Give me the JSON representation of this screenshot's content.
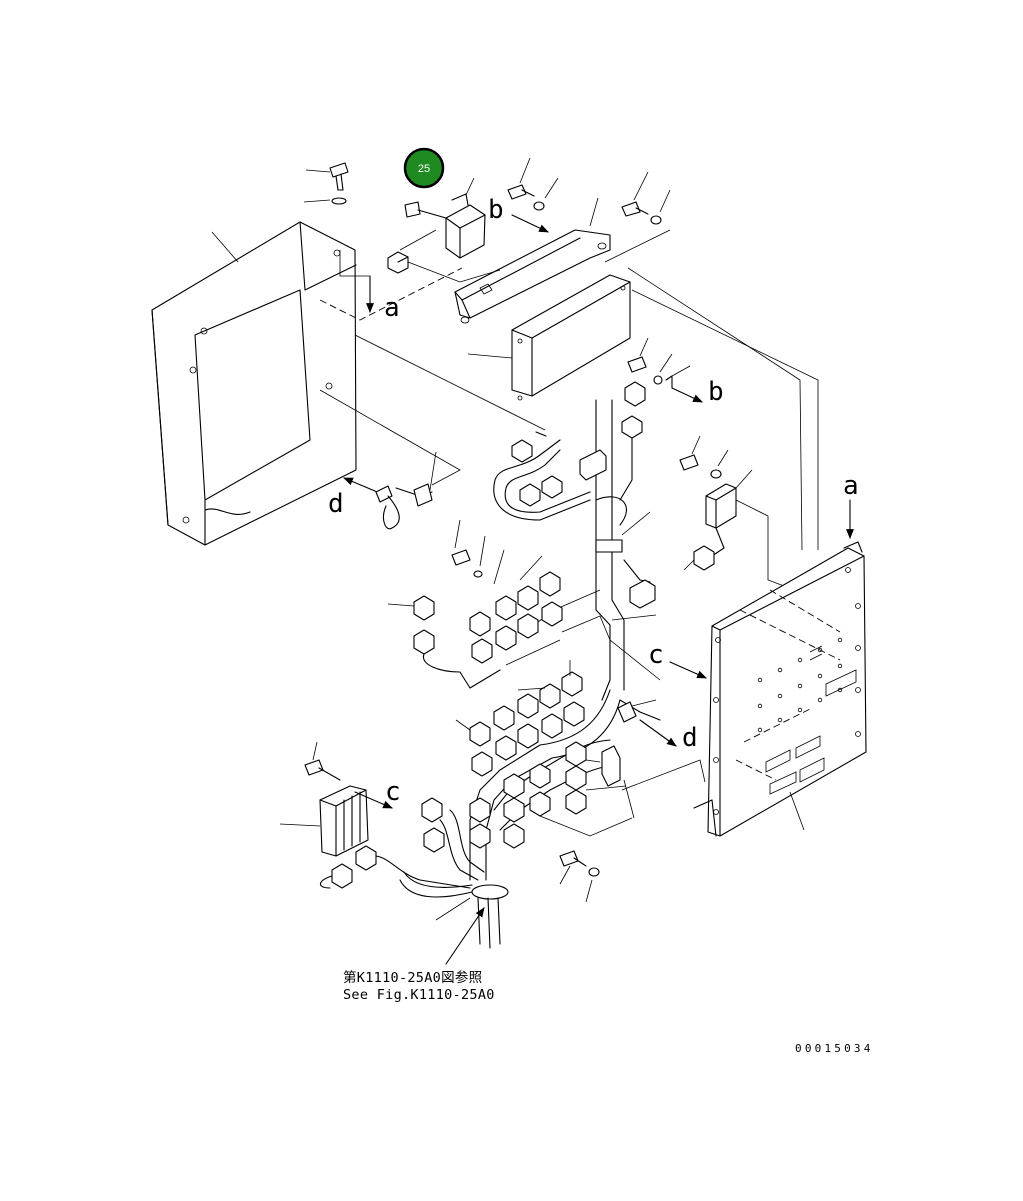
{
  "callout": {
    "number": "25",
    "fill": "#1f8a1f",
    "ring": "#000000"
  },
  "view_labels": {
    "a_top": "a",
    "a_right": "a",
    "b_top": "b",
    "b_mid": "b",
    "c_left": "c",
    "c_right": "c",
    "d_left": "d",
    "d_right": "d"
  },
  "reference": {
    "line_jp": "第K1110-25A0図参照",
    "line_en": "See Fig.K1110-25A0"
  },
  "drawing_code": "00015034"
}
